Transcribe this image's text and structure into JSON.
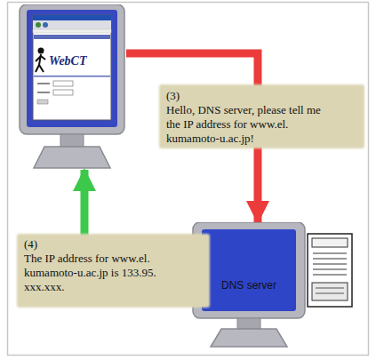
{
  "diagram": {
    "nodes": [
      {
        "text": [
          "WebCT"
        ]
      },
      {
        "text": [
          "DNS server"
        ]
      }
    ],
    "edges": [
      {
        "from": 0,
        "to": 1,
        "arrow": "to",
        "label": "Hello, DNS server, please tell me the IP address for www.el. kumamoto-u.ac.jp!"
      },
      {
        "from": 1,
        "to": 0,
        "arrow": "to",
        "label": "The IP address for www.el. kumamoto-u.ac.jp is 133.95. xxx.xxx."
      }
    ],
    "labels": [
      "(3)",
      "(4)"
    ]
  }
}
